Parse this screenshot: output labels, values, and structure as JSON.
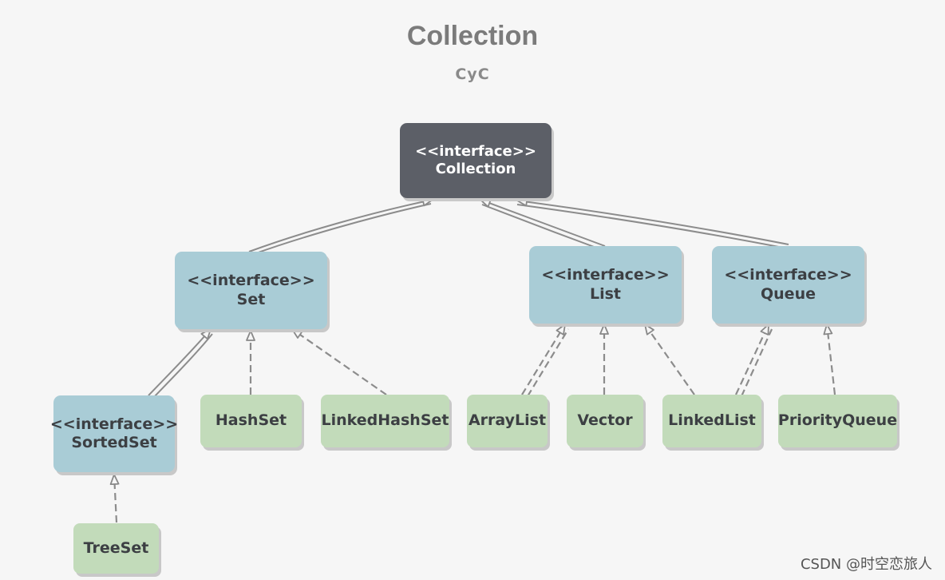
{
  "header": {
    "title": "Collection",
    "author": "CyC"
  },
  "nodes": {
    "collection": {
      "stereotype": "<<interface>>",
      "name": "Collection"
    },
    "set": {
      "stereotype": "<<interface>>",
      "name": "Set"
    },
    "list": {
      "stereotype": "<<interface>>",
      "name": "List"
    },
    "queue": {
      "stereotype": "<<interface>>",
      "name": "Queue"
    },
    "sortedset": {
      "stereotype": "<<interface>>",
      "name": "SortedSet"
    },
    "hashset": {
      "name": "HashSet"
    },
    "linkedhashset": {
      "name": "LinkedHashSet"
    },
    "arraylist": {
      "name": "ArrayList"
    },
    "vector": {
      "name": "Vector"
    },
    "linkedlist": {
      "name": "LinkedList"
    },
    "priorityqueue": {
      "name": "PriorityQueue"
    },
    "treeset": {
      "name": "TreeSet"
    }
  },
  "relations": [
    {
      "from": "set",
      "to": "collection",
      "kind": "extends"
    },
    {
      "from": "list",
      "to": "collection",
      "kind": "extends"
    },
    {
      "from": "queue",
      "to": "collection",
      "kind": "extends"
    },
    {
      "from": "sortedset",
      "to": "set",
      "kind": "extends"
    },
    {
      "from": "hashset",
      "to": "set",
      "kind": "implements"
    },
    {
      "from": "linkedhashset",
      "to": "set",
      "kind": "implements"
    },
    {
      "from": "arraylist",
      "to": "list",
      "kind": "implements"
    },
    {
      "from": "vector",
      "to": "list",
      "kind": "implements"
    },
    {
      "from": "linkedlist",
      "to": "list",
      "kind": "implements"
    },
    {
      "from": "linkedlist",
      "to": "queue",
      "kind": "implements"
    },
    {
      "from": "priorityqueue",
      "to": "queue",
      "kind": "implements"
    },
    {
      "from": "treeset",
      "to": "sortedset",
      "kind": "implements"
    }
  ],
  "colors": {
    "root_fill": "#5c5f67",
    "interface_fill": "#a9ccd6",
    "class_fill": "#c2dbba",
    "edge": "#888888"
  },
  "watermark": "CSDN @时空恋旅人"
}
